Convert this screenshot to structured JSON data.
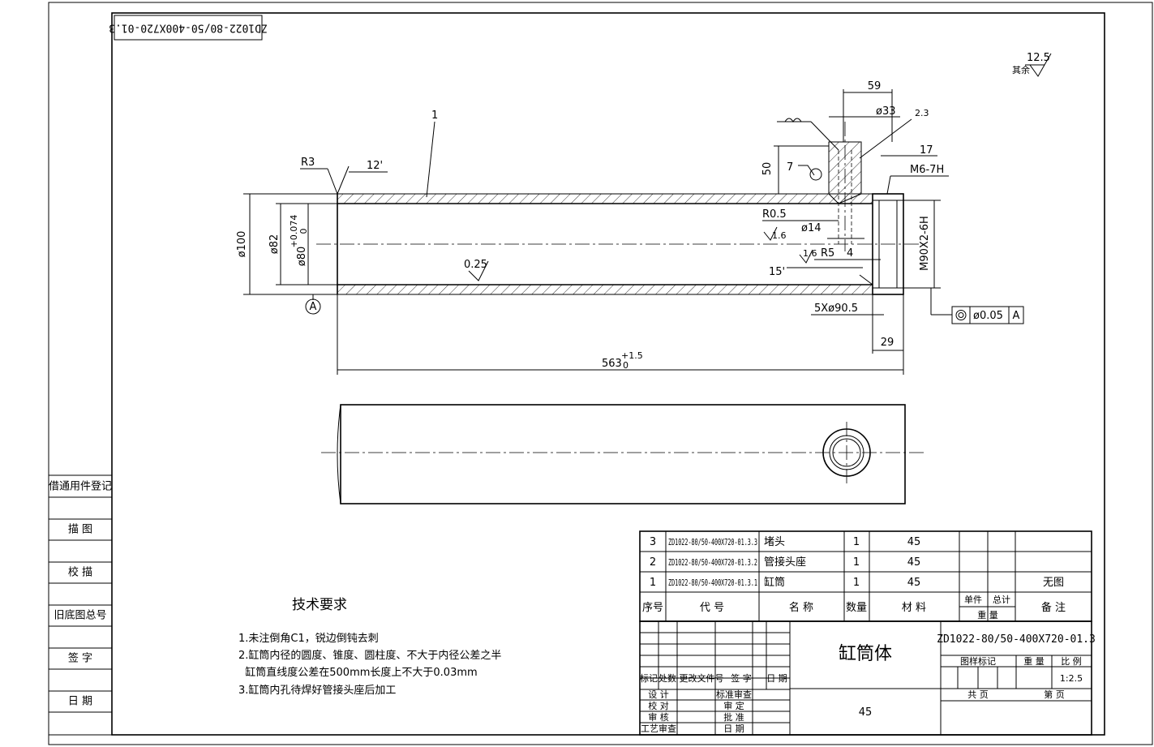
{
  "title_block": {
    "drawing_no": "ZD1022-80/50-400X720-01.3",
    "part_name": "缸筒体",
    "material": "45",
    "scale_label": "比 例",
    "scale_value": "1:2.5",
    "weight_label": "重 量",
    "stage_label": "图样标记",
    "total_label": "共    页",
    "sheet_label": "第    页",
    "rev_headers": [
      "标记",
      "处数",
      "更改文件号",
      "签 字",
      "日 期"
    ],
    "sign_rows": [
      {
        "left": "设 计",
        "right": "标准审查"
      },
      {
        "left": "校 对",
        "right": "审 定"
      },
      {
        "left": "审 核",
        "right": "批 准"
      },
      {
        "left": "工艺审查",
        "right": "日 期"
      }
    ]
  },
  "rotated_drawing_no": "ZD1022-80/50-400X720-01.3",
  "side_column": [
    "借通用件登记",
    "描 图",
    "校 描",
    "旧底图总号",
    "签 字",
    "日 期"
  ],
  "bom": {
    "headers": [
      "序号",
      "代 号",
      "名 称",
      "数量",
      "材 料",
      "单件",
      "总计",
      "重 量",
      "备 注"
    ],
    "rows": [
      {
        "no": "3",
        "code": "ZD1022-80/50-400X720-01.3.3",
        "name": "堵头",
        "qty": "1",
        "material": "45",
        "note": ""
      },
      {
        "no": "2",
        "code": "ZD1022-80/50-400X720-01.3.2",
        "name": "管接头座",
        "qty": "1",
        "material": "45",
        "note": ""
      },
      {
        "no": "1",
        "code": "ZD1022-80/50-400X720-01.3.1",
        "name": "缸筒",
        "qty": "1",
        "material": "45",
        "note": "无图"
      }
    ]
  },
  "tech_requirements": {
    "title": "技术要求",
    "items": [
      "1.未注倒角C1，锐边倒钝去刺",
      "2.缸筒内径的圆度、锥度、圆柱度、不大于内径公差之半",
      "  缸筒直线度公差在500mm长度上不大于0.03mm",
      "3.缸筒内孔待焊好管接头座后加工"
    ]
  },
  "roughness_general": {
    "prefix": "其余",
    "value": "12.5"
  },
  "dimensions": {
    "od": "ø100",
    "id_rough": "ø82",
    "bore": "ø80",
    "bore_tol_up": "+0.074",
    "bore_tol_low": "0",
    "length": "563",
    "length_tol_up": "+1.5",
    "length_tol_low": "0",
    "r3": "R3",
    "angle_12": "12'",
    "leader_1": "1",
    "roughness_025": "0.25",
    "d59": "59",
    "d33": "ø33",
    "d23": "2.3",
    "d50": "50",
    "d7": "7",
    "d17": "17",
    "m6": "M6-7H",
    "r05": "R0.5",
    "ra16a": "1.6",
    "d14": "ø14",
    "ra16b": "1.6",
    "r5": "R5",
    "d4": "4",
    "angle_15": "15'",
    "thread": "M90X2-6H",
    "groove": "5Xø90.5",
    "d29": "29",
    "datum": "A",
    "geo_tol_value": "ø0.05",
    "geo_tol_datum": "A"
  }
}
